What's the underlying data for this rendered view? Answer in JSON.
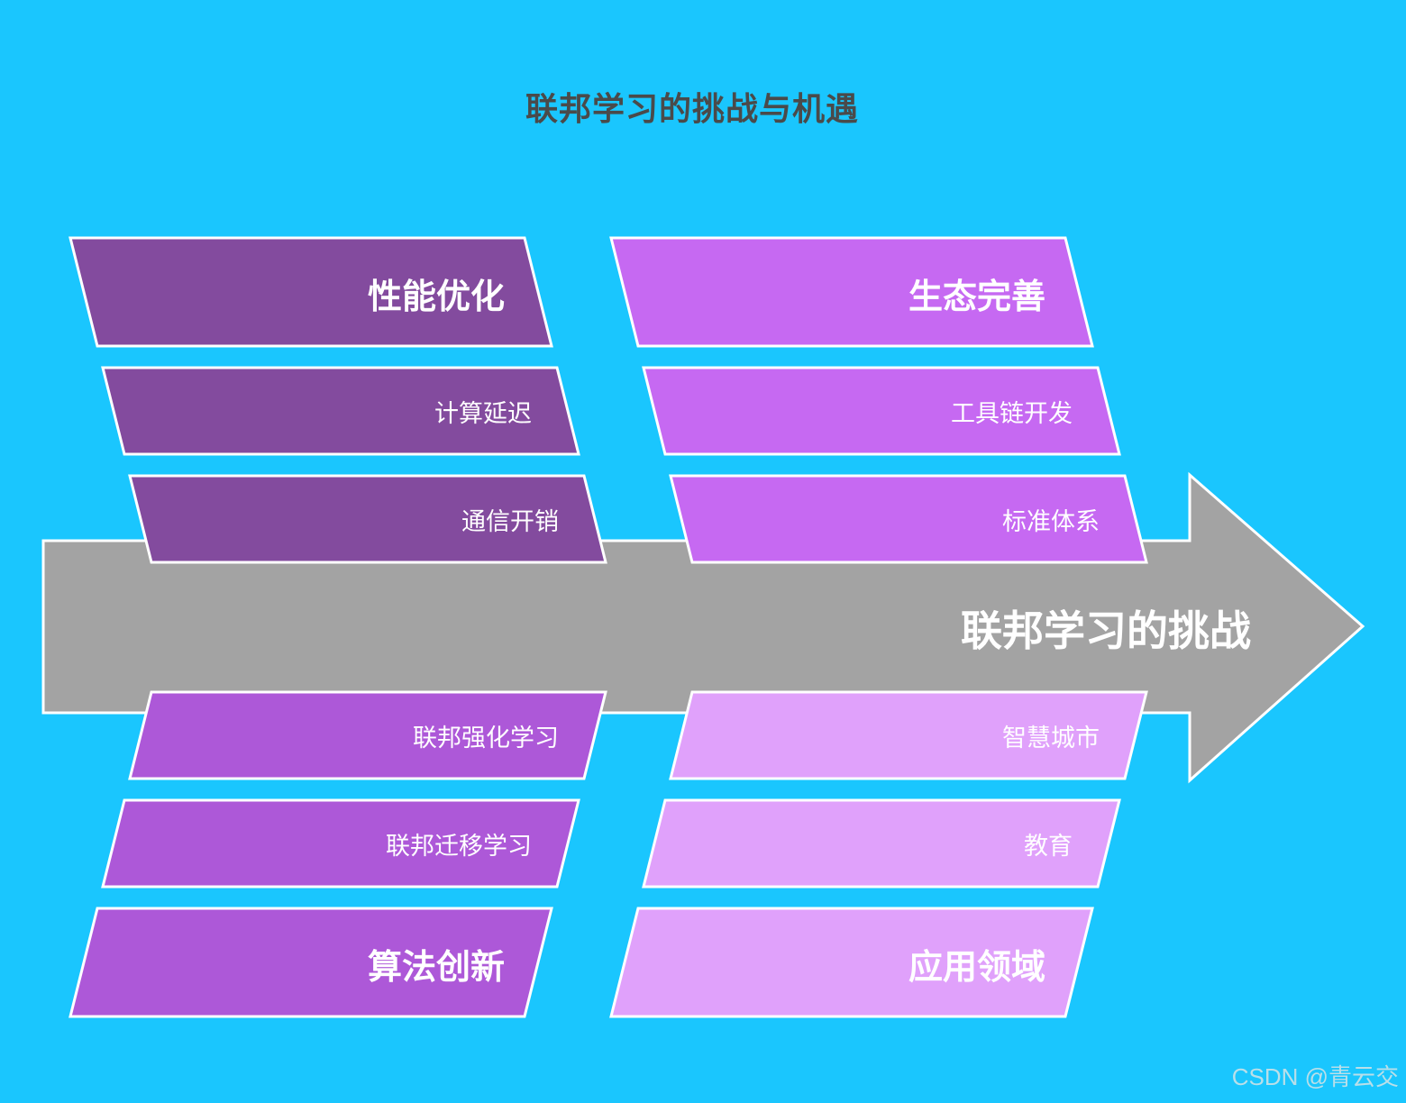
{
  "title": "联邦学习的挑战与机遇",
  "spine": {
    "label": "联邦学习的挑战",
    "fill": "#a3a3a3",
    "stroke": "#ffffff"
  },
  "colors": {
    "background": "#1ac6fe",
    "title_text": "#4a4a4a",
    "performance": "#834b9e",
    "ecosystem": "#c669f2",
    "algorithm": "#ad58d8",
    "application": "#e0a1fb"
  },
  "branches": [
    {
      "id": "performance",
      "position": "top-left",
      "category": "性能优化",
      "causes": [
        "计算延迟",
        "通信开销"
      ]
    },
    {
      "id": "ecosystem",
      "position": "top-right",
      "category": "生态完善",
      "causes": [
        "工具链开发",
        "标准体系"
      ]
    },
    {
      "id": "algorithm",
      "position": "bottom-left",
      "category": "算法创新",
      "causes": [
        "联邦强化学习",
        "联邦迁移学习"
      ]
    },
    {
      "id": "application",
      "position": "bottom-right",
      "category": "应用领域",
      "causes": [
        "智慧城市",
        "教育"
      ]
    }
  ],
  "watermark": "CSDN @青云交"
}
